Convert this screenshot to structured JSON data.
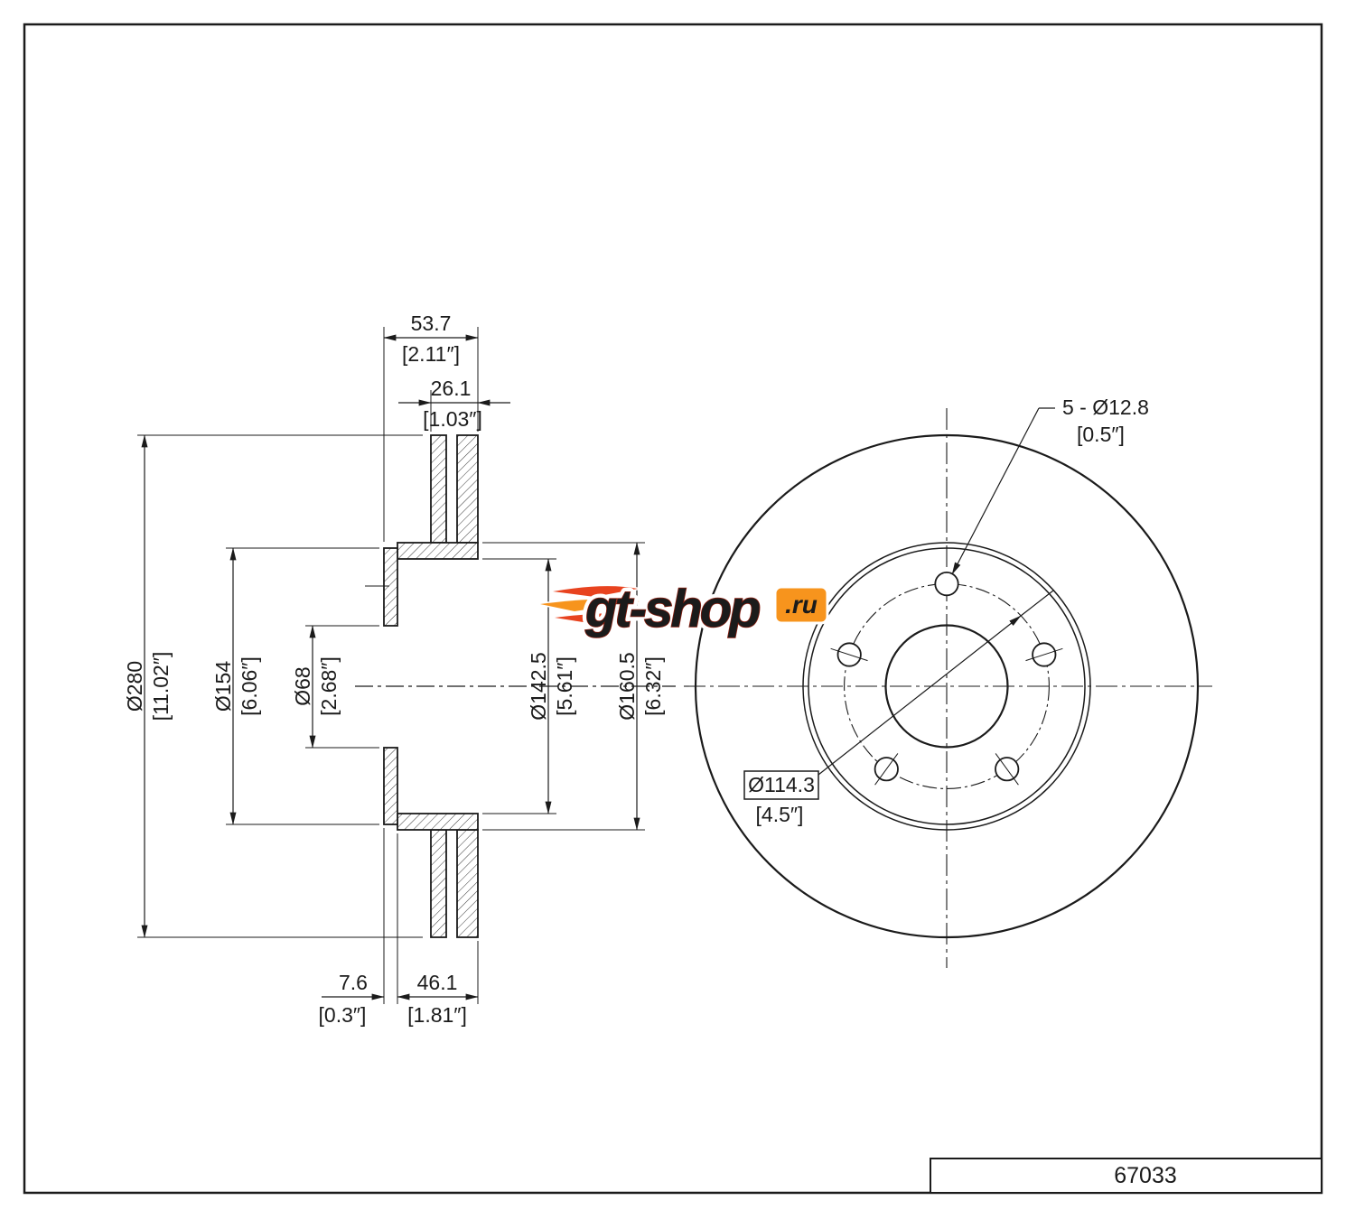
{
  "title_block": {
    "part_number": "67033"
  },
  "watermark": {
    "main": "gt-shop",
    "suffix": ".ru"
  },
  "colors": {
    "line": "#1b1b1b",
    "accent_orange": "#f7941d",
    "accent_red": "#e8431f",
    "accent_yellow": "#ffe14d"
  },
  "section_view": {
    "total_width_mm": "53.7",
    "total_width_in": "[2.11″]",
    "disc_thickness_mm": "26.1",
    "disc_thickness_in": "[1.03″]",
    "outer_dia_mm": "Ø280",
    "outer_dia_in": "[11.02″]",
    "hat_dia_mm": "Ø154",
    "hat_dia_in": "[6.06″]",
    "bore_dia_mm": "Ø68",
    "bore_dia_in": "[2.68″]",
    "vent_inner_dia_mm": "Ø142.5",
    "vent_inner_dia_in": "[5.61″]",
    "ring_inner_dia_mm": "Ø160.5",
    "ring_inner_dia_in": "[6.32″]",
    "hat_face_thickness_mm": "7.6",
    "hat_face_thickness_in": "[0.3″]",
    "hat_depth_mm": "46.1",
    "hat_depth_in": "[1.81″]"
  },
  "front_view": {
    "bolt_holes_mm": "5 - Ø12.8",
    "bolt_holes_in": "[0.5″]",
    "bolt_circle_mm": "Ø114.3",
    "bolt_circle_in": "[4.5″]"
  }
}
